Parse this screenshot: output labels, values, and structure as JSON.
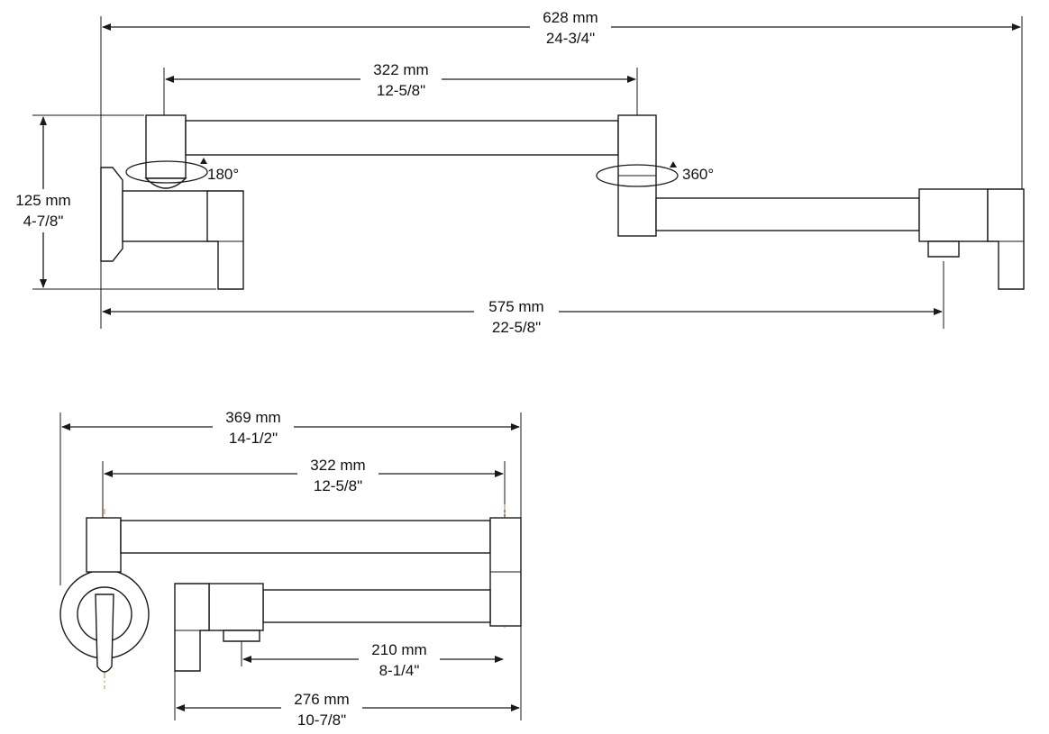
{
  "dimensions": {
    "overall_width": {
      "metric": "628 mm",
      "imperial": "24-3/4\""
    },
    "arm_top": {
      "metric": "322 mm",
      "imperial": "12-5/8\""
    },
    "height": {
      "metric": "125 mm",
      "imperial": "4-7/8\""
    },
    "reach": {
      "metric": "575 mm",
      "imperial": "22-5/8\""
    },
    "folded_overall": {
      "metric": "369 mm",
      "imperial": "14-1/2\""
    },
    "folded_arm": {
      "metric": "322 mm",
      "imperial": "12-5/8\""
    },
    "folded_spout": {
      "metric": "210 mm",
      "imperial": "8-1/4\""
    },
    "folded_spout_total": {
      "metric": "276 mm",
      "imperial": "10-7/8\""
    }
  },
  "rotations": {
    "joint_wall": "180°",
    "joint_elbow": "360°"
  }
}
